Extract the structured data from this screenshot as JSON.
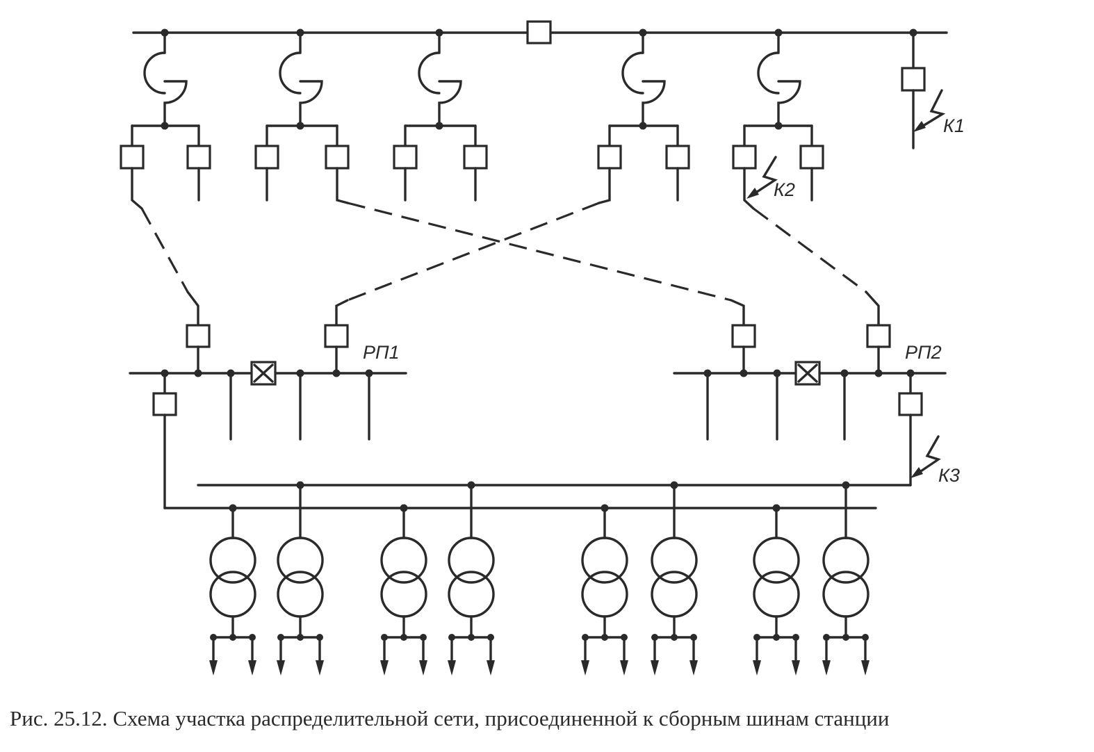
{
  "labels": {
    "rp1": "РП1",
    "rp2": "РП2",
    "k1": "К1",
    "k2": "К2",
    "k3": "К3"
  },
  "caption": "Рис. 25.12. Схема участка распределительной сети, присоединенной к сборным шинам станции",
  "colors": {
    "ink": "#2a2a2a",
    "paper": "#ffffff"
  }
}
